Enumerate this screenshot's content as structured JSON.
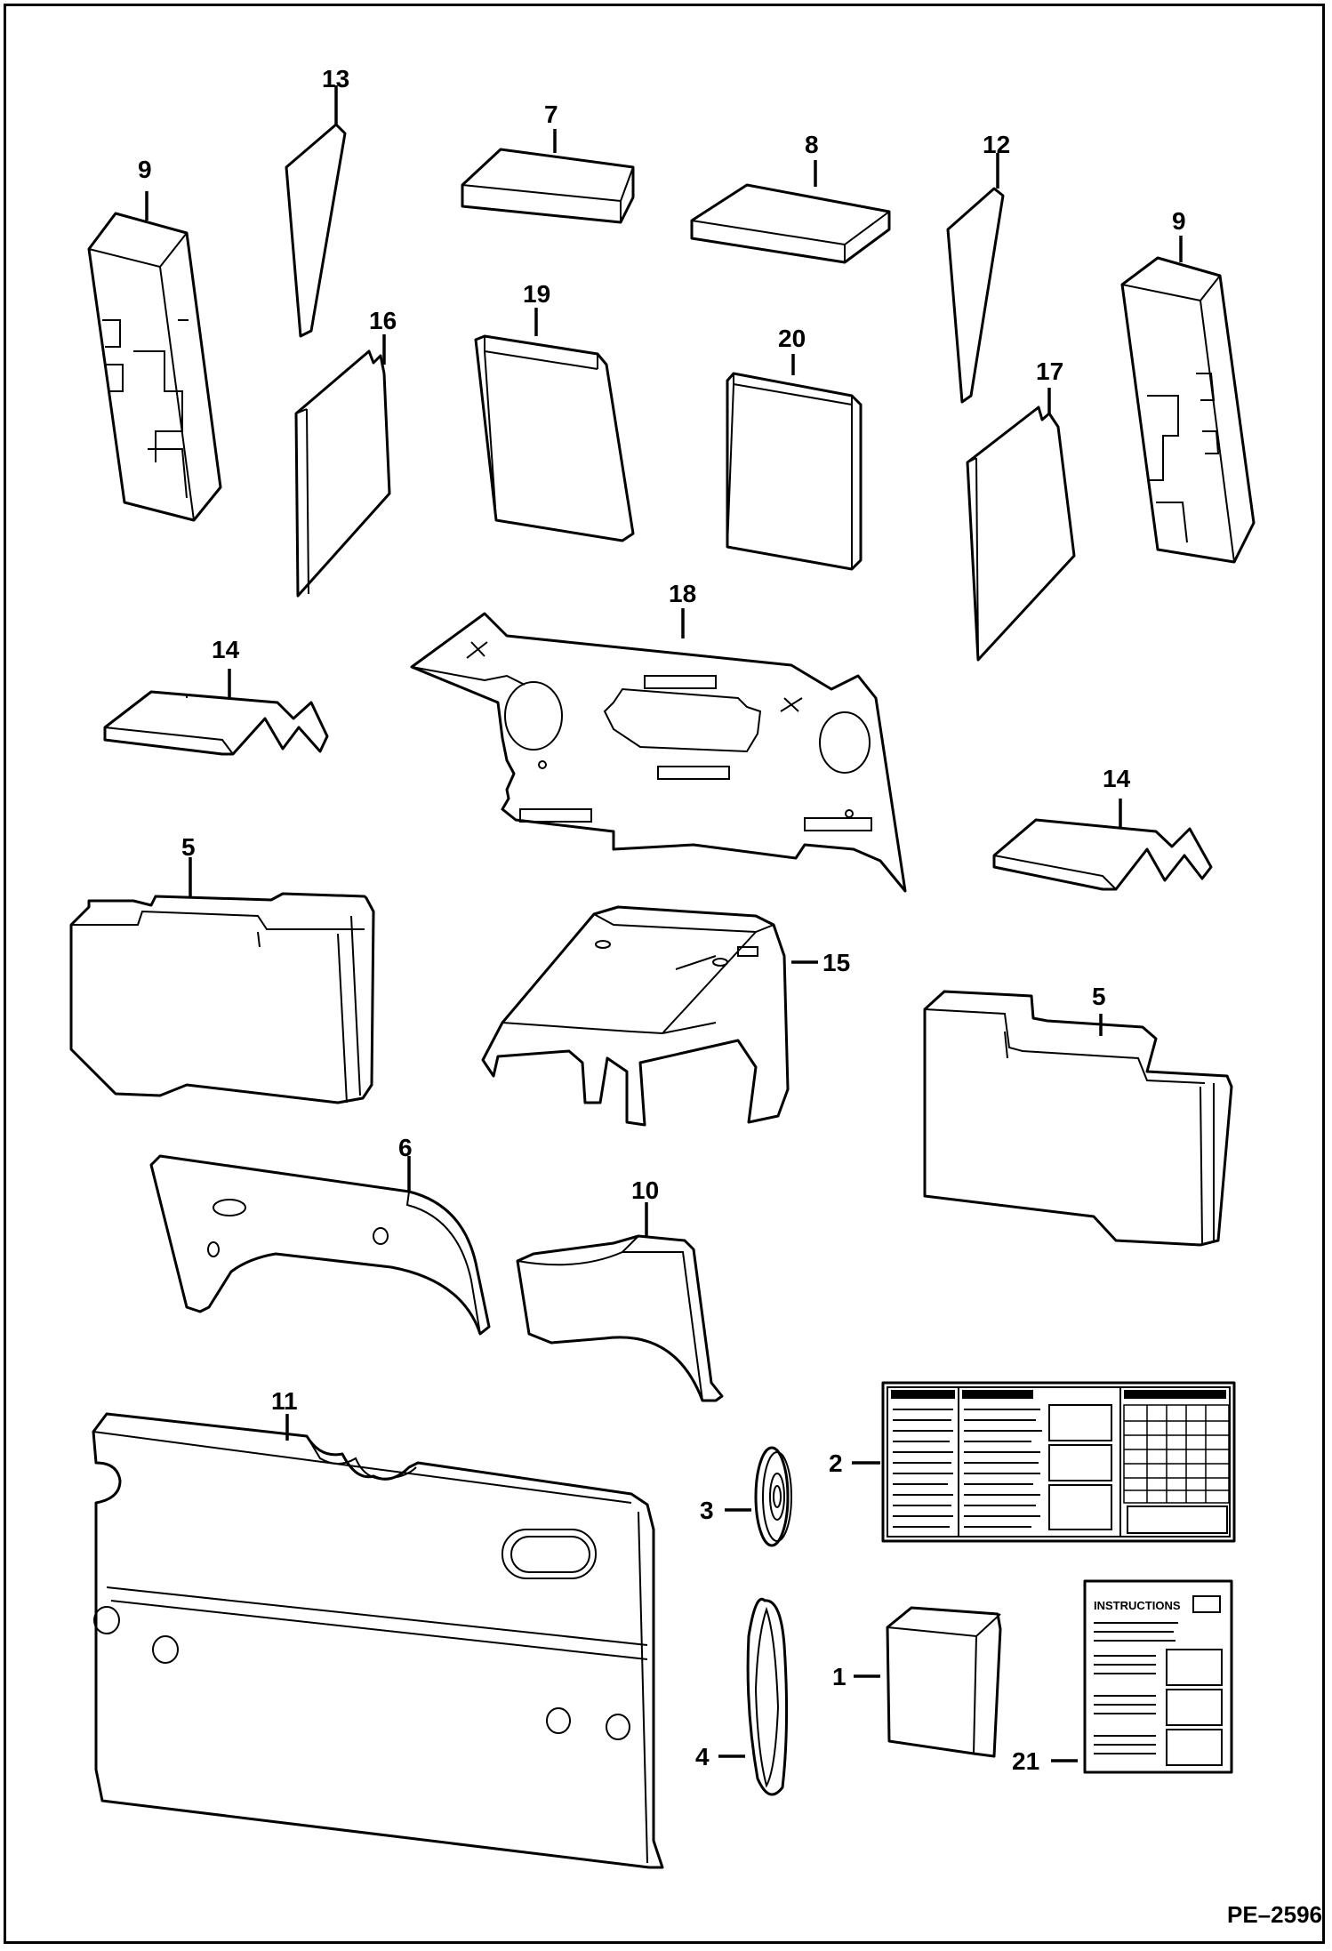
{
  "drawing_code": "PE–2596",
  "instructions_title": "INSTRUCTIONS",
  "callouts": {
    "c1": "1",
    "c2": "2",
    "c3": "3",
    "c4": "4",
    "c5a": "5",
    "c5b": "5",
    "c6": "6",
    "c7": "7",
    "c8": "8",
    "c9a": "9",
    "c9b": "9",
    "c10": "10",
    "c11": "11",
    "c12": "12",
    "c13": "13",
    "c14a": "14",
    "c14b": "14",
    "c15": "15",
    "c16": "16",
    "c17": "17",
    "c18": "18",
    "c19": "19",
    "c20": "20",
    "c21": "21"
  }
}
